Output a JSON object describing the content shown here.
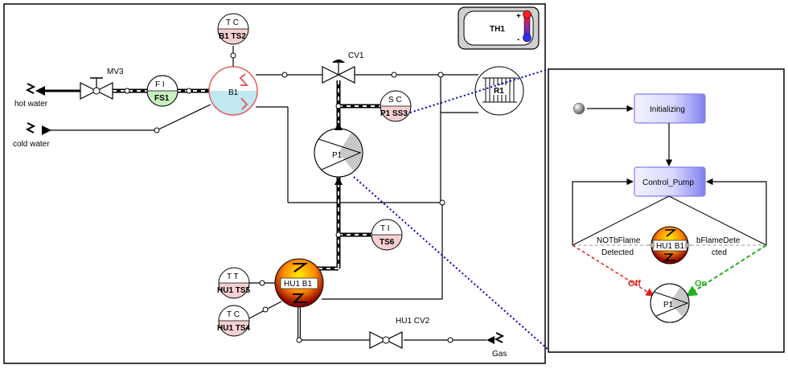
{
  "process": {
    "hot_water": "hot water",
    "cold_water": "cold water",
    "gas": "Gas",
    "mv3": "MV3",
    "cv1": "CV1",
    "hu1_cv2": "HU1 CV2",
    "fs1": {
      "top": "F  I",
      "tag": "FS1"
    },
    "b1_ts2": {
      "top": "T  C",
      "tag": "B1 TS2"
    },
    "b1": "B1",
    "p1_ss3": {
      "top": "S  C",
      "tag": "P1  SS3"
    },
    "r1": "R1",
    "p1": "P1",
    "ts6": {
      "top": "T   I",
      "tag": "TS6"
    },
    "ts5": {
      "top": "T  T",
      "tag": "HU1 TS5"
    },
    "ts4": {
      "top": "T  C",
      "tag": "HU1 TS4"
    },
    "hu1_b1": "HU1 B1",
    "th1": "TH1",
    "th_plus": "+",
    "th_minus": "-"
  },
  "sfc": {
    "initializing": "Initializing",
    "control_pump": "Control_Pump",
    "not_flame_1": "NOTbFlame",
    "not_flame_2": "Detected",
    "flame_1": "bFlameDete",
    "flame_2": "cted",
    "hu1_b1": "HU1 B1",
    "off": "Off",
    "on": "On",
    "p1": "P1"
  },
  "colors": {
    "pipe": "#000000",
    "boiler_fill": "#bfe8f0",
    "boiler_stroke": "#e06060",
    "sensor_pink": "#f6d0d0",
    "flow_green": "#c8f0c0",
    "state_blue": "#7f7ff0",
    "off_red": "#e02020",
    "on_green": "#20b020",
    "link_blue": "#0000c0"
  }
}
